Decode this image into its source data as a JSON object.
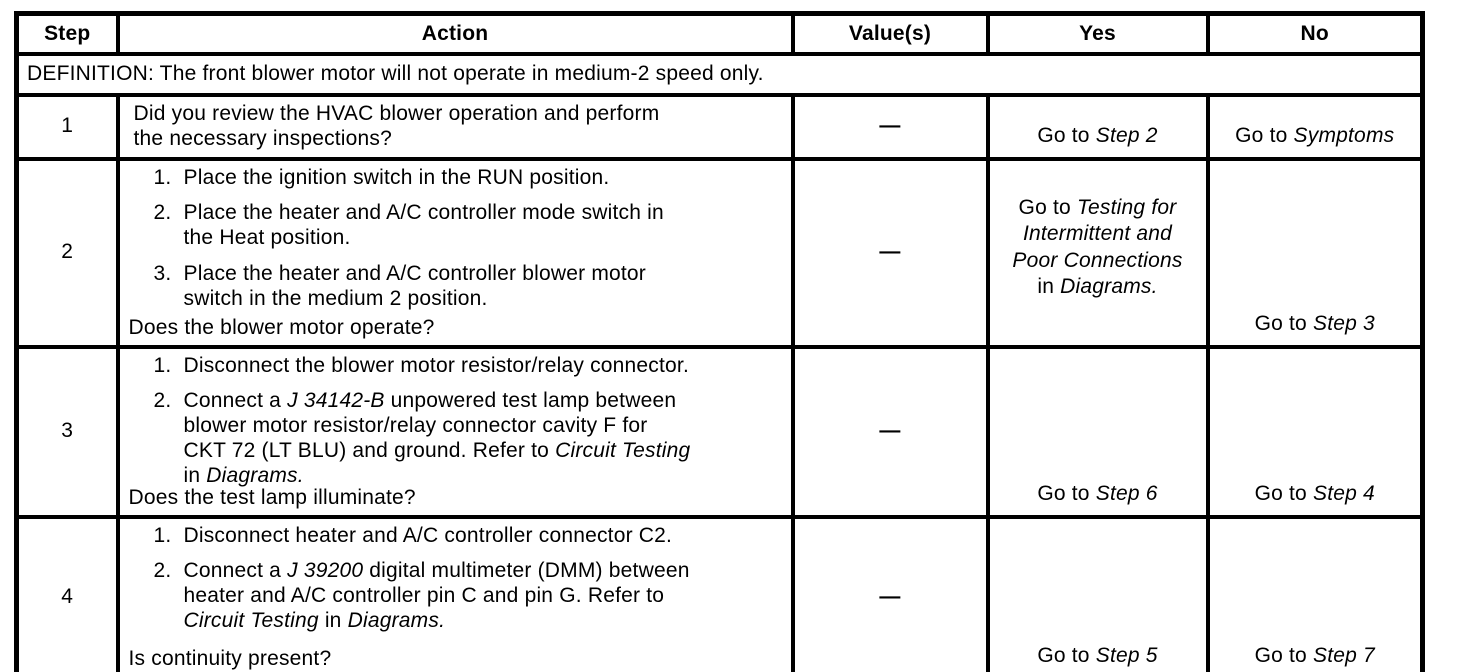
{
  "table": {
    "headers": {
      "step": "Step",
      "action": "Action",
      "values": "Value(s)",
      "yes": "Yes",
      "no": "No"
    },
    "definition": "DEFINITION: The front blower motor will not operate in medium-2 speed only.",
    "rows": [
      {
        "step": "1",
        "lead": "Did you review the HVAC blower operation and perform\nthe necessary inspections?",
        "items": [],
        "question": "",
        "value": "—",
        "yes": [
          {
            "t": "Go to "
          },
          {
            "t": "Step 2",
            "i": true
          }
        ],
        "no": [
          {
            "t": "Go to "
          },
          {
            "t": "Symptoms",
            "i": true
          }
        ]
      },
      {
        "step": "2",
        "items": [
          {
            "n": "1.",
            "segs": [
              {
                "t": "Place the ignition switch in the RUN position."
              }
            ]
          },
          {
            "n": "2.",
            "segs": [
              {
                "t": "Place the heater and A/C controller mode switch in\nthe Heat position."
              }
            ]
          },
          {
            "n": "3.",
            "segs": [
              {
                "t": "Place the heater and A/C controller blower motor\nswitch in the medium 2 position."
              }
            ]
          }
        ],
        "question": "Does the blower motor operate?",
        "value": "—",
        "yes": [
          {
            "t": "Go to "
          },
          {
            "t": "Testing for\nIntermittent and\nPoor Connections",
            "i": true
          },
          {
            "t": "\nin "
          },
          {
            "t": "Diagrams.",
            "i": true
          }
        ],
        "no": [
          {
            "t": "Go to "
          },
          {
            "t": "Step 3",
            "i": true
          }
        ]
      },
      {
        "step": "3",
        "items": [
          {
            "n": "1.",
            "segs": [
              {
                "t": "Disconnect the blower motor resistor/relay connector."
              }
            ]
          },
          {
            "n": "2.",
            "segs": [
              {
                "t": "Connect a "
              },
              {
                "t": "J 34142-B",
                "i": true
              },
              {
                "t": " unpowered test lamp between\nblower motor resistor/relay connector cavity F for\nCKT 72 (LT BLU) and ground. Refer to "
              },
              {
                "t": "Circuit Testing",
                "i": true
              },
              {
                "t": "\nin "
              },
              {
                "t": "Diagrams.",
                "i": true
              }
            ]
          }
        ],
        "question": "Does the test lamp illuminate?",
        "value": "—",
        "yes": [
          {
            "t": "Go to "
          },
          {
            "t": "Step 6",
            "i": true
          }
        ],
        "no": [
          {
            "t": "Go to "
          },
          {
            "t": "Step 4",
            "i": true
          }
        ]
      },
      {
        "step": "4",
        "items": [
          {
            "n": "1.",
            "segs": [
              {
                "t": "Disconnect heater and A/C controller connector C2."
              }
            ]
          },
          {
            "n": "2.",
            "segs": [
              {
                "t": "Connect a "
              },
              {
                "t": "J 39200",
                "i": true
              },
              {
                "t": " digital multimeter (DMM) between\nheater and A/C controller pin C and pin G. Refer to\n"
              },
              {
                "t": "Circuit Testing",
                "i": true
              },
              {
                "t": " in "
              },
              {
                "t": "Diagrams.",
                "i": true
              }
            ]
          }
        ],
        "question": "Is continuity present?",
        "value": "—",
        "yes": [
          {
            "t": "Go to "
          },
          {
            "t": "Step 5",
            "i": true
          }
        ],
        "no": [
          {
            "t": "Go to "
          },
          {
            "t": "Step 7",
            "i": true
          }
        ]
      }
    ]
  }
}
